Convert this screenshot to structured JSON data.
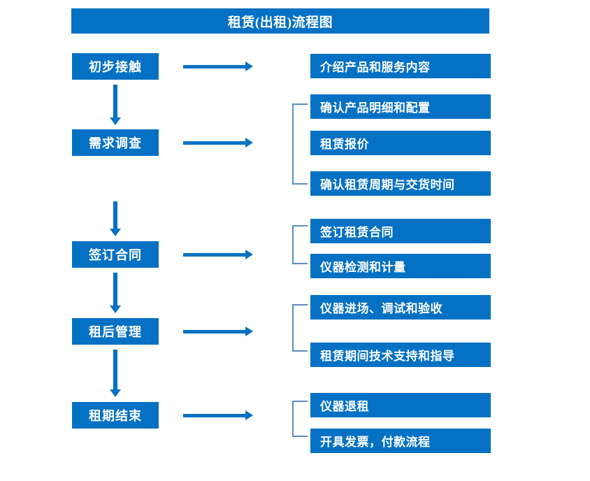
{
  "diagram": {
    "title": "租赁(出租)流程图",
    "accent_color": "#0571c4",
    "bracket_color": "#5b8dc2",
    "stages": [
      {
        "label": "初步接触"
      },
      {
        "label": "需求调查"
      },
      {
        "label": "签订合同"
      },
      {
        "label": "租后管理"
      },
      {
        "label": "租期结束"
      }
    ],
    "details": [
      {
        "label": "介绍产品和服务内容"
      },
      {
        "label": "确认产品明细和配置"
      },
      {
        "label": "租赁报价"
      },
      {
        "label": "确认租赁周期与交货时间"
      },
      {
        "label": "签订租赁合同"
      },
      {
        "label": "仪器检测和计量"
      },
      {
        "label": "仪器进场、调试和验收"
      },
      {
        "label": "租赁期间技术支持和指导"
      },
      {
        "label": "仪器退租"
      },
      {
        "label": "开具发票，付款流程"
      }
    ]
  }
}
